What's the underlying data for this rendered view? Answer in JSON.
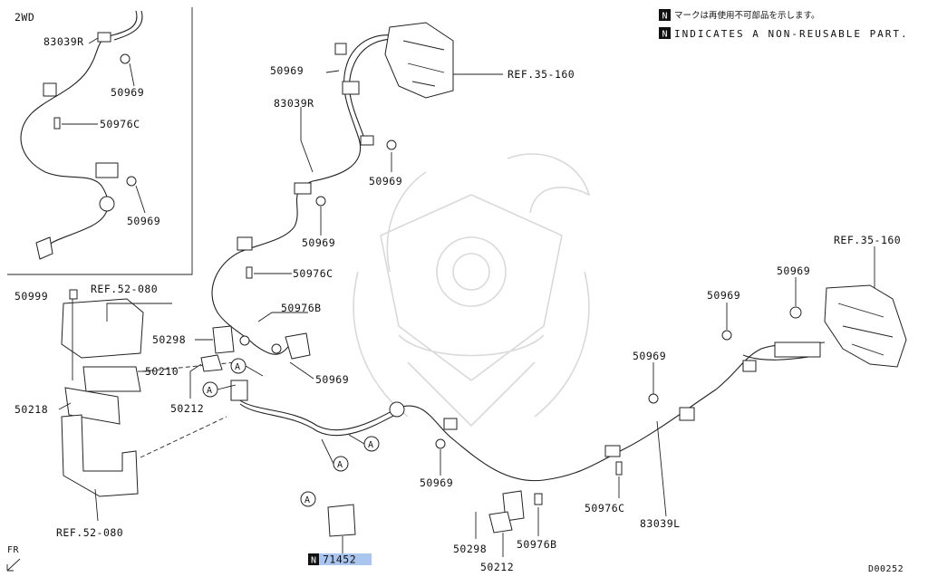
{
  "legend": {
    "badge": "N",
    "line_jp": "マークは再使用不可部品を示します。",
    "line_en": "INDICATES A NON-REUSABLE PART."
  },
  "inset": {
    "title": "2WD"
  },
  "callouts": {
    "a_83039R": "83039R",
    "a_50969_1": "50969",
    "a_50976C": "50976C",
    "a_50969_2": "50969",
    "b_50969_top": "50969",
    "b_ref_35_160_top": "REF.35-160",
    "b_83039R": "83039R",
    "b_50969_mid": "50969",
    "b_50969_low": "50969",
    "b_50976C": "50976C",
    "b_50976B": "50976B",
    "b_50969_bracket": "50969",
    "r_ref_35_160": "REF.35-160",
    "r_50969_a": "50969",
    "r_50969_b": "50969",
    "r_50969_c": "50969",
    "r_50969_bottom": "50969",
    "r_50976C": "50976C",
    "r_83039L": "83039L",
    "l_50999": "50999",
    "l_ref_52_080_top": "REF.52-080",
    "l_50210": "50210",
    "l_50218": "50218",
    "l_ref_52_080_bottom": "REF.52-080",
    "c_50298": "50298",
    "c_50212": "50212",
    "d_50298": "50298",
    "d_50976B": "50976B",
    "d_50212": "50212",
    "n_71452": "71452",
    "fr": "FR",
    "code": "D00252"
  },
  "section_markers": [
    "A",
    "A",
    "A",
    "A",
    "A"
  ]
}
